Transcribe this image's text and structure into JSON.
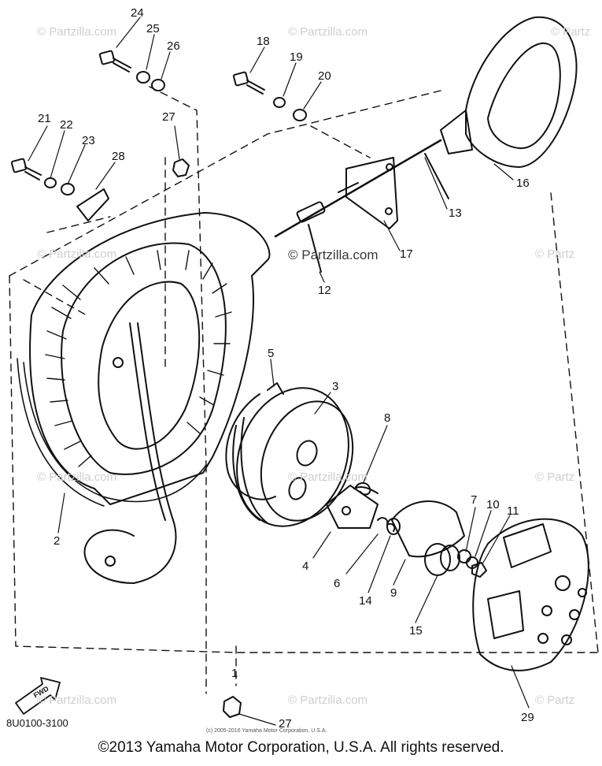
{
  "watermarks": {
    "site": "© Partzilla.com",
    "site_partial": "© Partz",
    "site_end": "© Partzilla.com"
  },
  "labels": {
    "p1": "1",
    "p2": "2",
    "p3": "3",
    "p4": "4",
    "p5": "5",
    "p6": "6",
    "p7": "7",
    "p8": "8",
    "p9": "9",
    "p10": "10",
    "p11": "11",
    "p12": "12",
    "p13": "13",
    "p14": "14",
    "p15": "15",
    "p16": "16",
    "p17": "17",
    "p18": "18",
    "p19": "19",
    "p20": "20",
    "p21": "21",
    "p22": "22",
    "p23": "23",
    "p24": "24",
    "p25": "25",
    "p26": "26",
    "p27a": "27",
    "p27b": "27",
    "p28": "28",
    "p29": "29"
  },
  "fwd": "FWD",
  "diagram_code": "8U0100-3100",
  "small_copyright": "(c) 2005-2016 Yamaha Motor Corporation, U.S.A.",
  "copyright": "©2013 Yamaha Motor Corporation, U.S.A. All rights reserved."
}
